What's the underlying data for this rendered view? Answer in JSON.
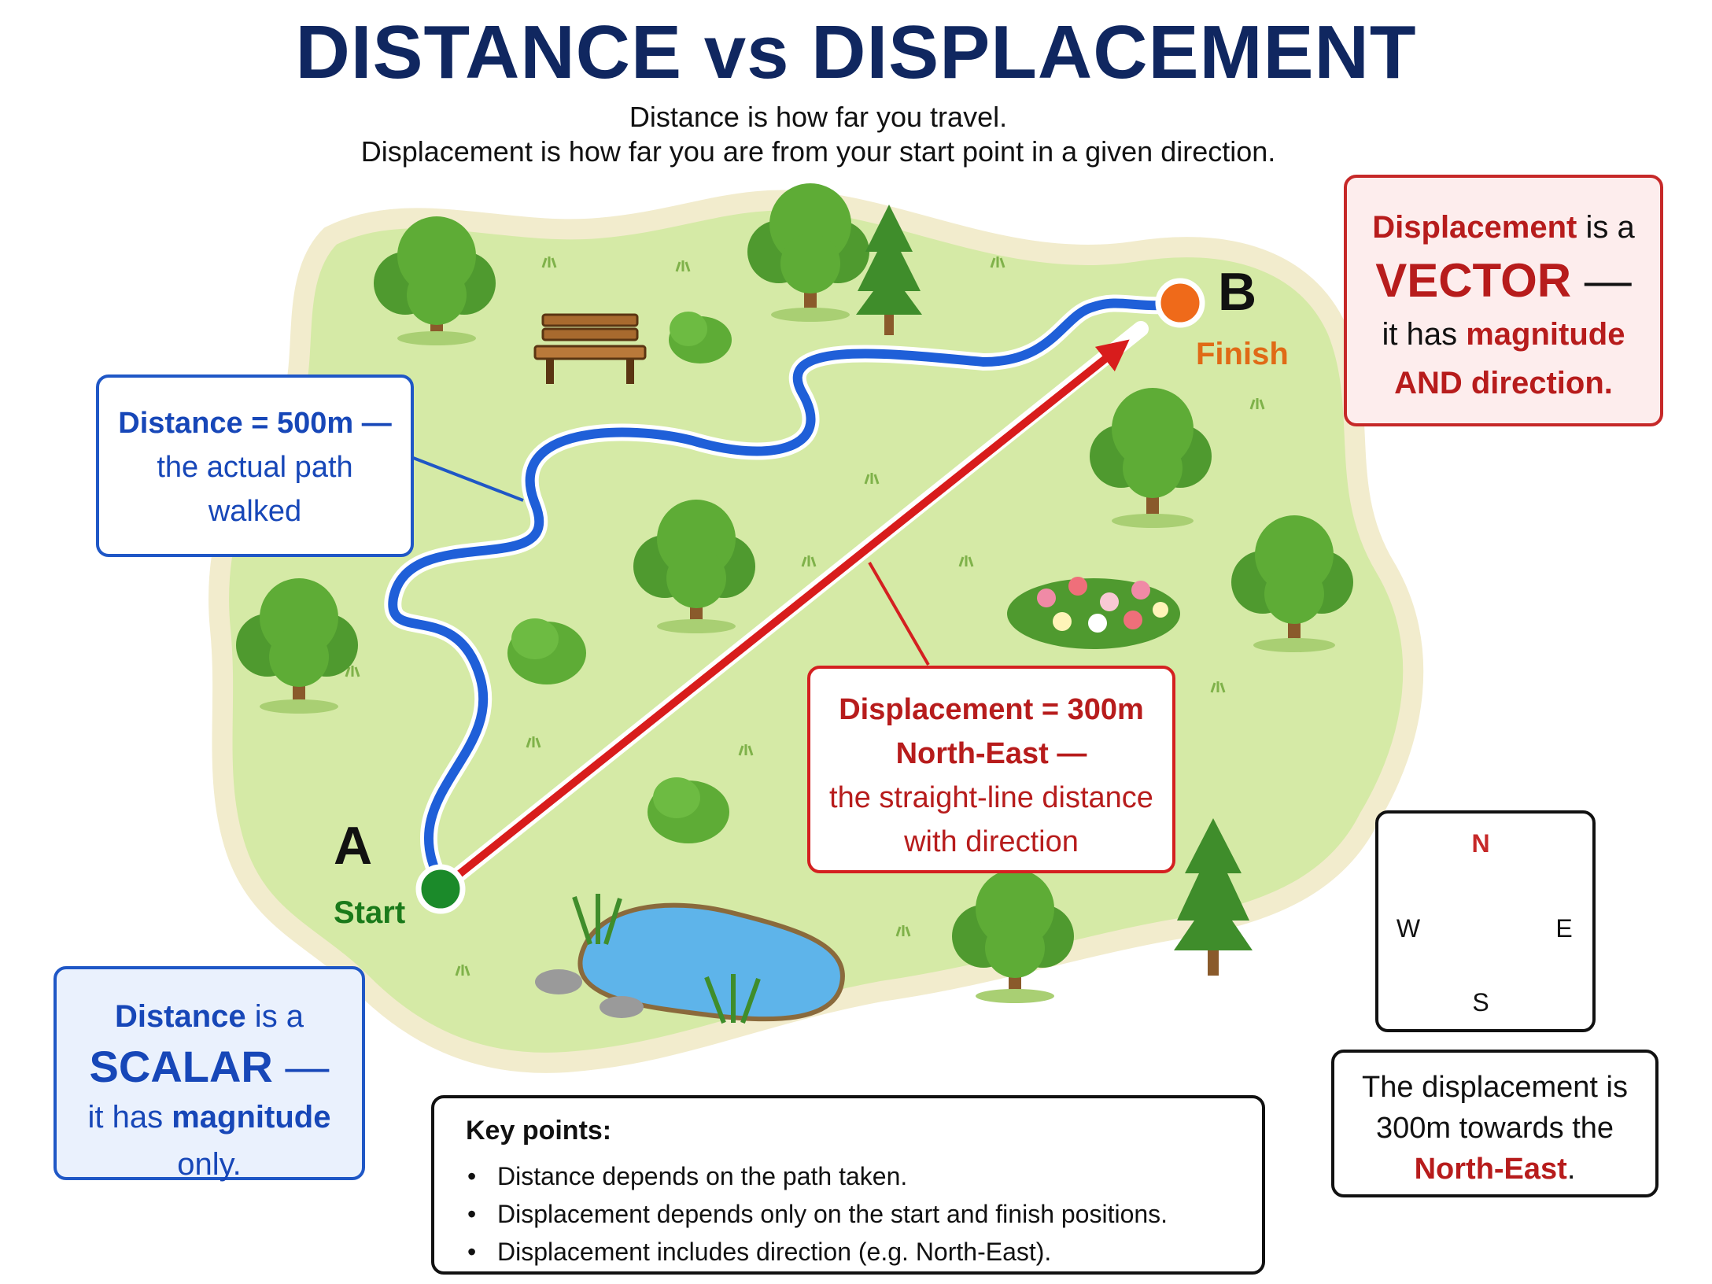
{
  "title": "DISTANCE vs DISPLACEMENT",
  "subtitle": {
    "line1": "Distance is how far you travel.",
    "line2": "Displacement is how far you are from your start point in a given direction."
  },
  "map": {
    "start_letter": "A",
    "start_label": "Start",
    "finish_letter": "B",
    "finish_label": "Finish",
    "colors": {
      "grass": "#d5eaa6",
      "path": "#1f5fd8",
      "arrow": "#d81c1c",
      "start": "#1b8a2a",
      "finish": "#ef6a1a",
      "pond": "#5eb4ea"
    }
  },
  "distance_box": {
    "line1": "Distance = 500m —",
    "line2": "the actual path",
    "line3": "walked"
  },
  "displacement_box": {
    "line1": "Displacement = 300m",
    "line2": "North-East —",
    "line3": "the straight-line distance",
    "line4": "with direction"
  },
  "vector_box": {
    "word": "Displacement",
    "is_a": " is a",
    "type": "VECTOR",
    "dash": " —",
    "it_has": "it has ",
    "magnitude": "magnitude",
    "and_direction": "AND direction."
  },
  "scalar_box": {
    "word": "Distance",
    "is_a": " is a",
    "type": "SCALAR",
    "dash": " —",
    "it_has": "it has ",
    "magnitude": "magnitude",
    "only": "only."
  },
  "compass": {
    "n": "N",
    "s": "S",
    "e": "E",
    "w": "W"
  },
  "compass_text": {
    "line1": "The displacement is",
    "line2": "300m towards the",
    "highlight": "North-East",
    "end": "."
  },
  "key_points": {
    "title": "Key points:",
    "items": [
      "Distance depends on the path taken.",
      "Displacement depends only on the start and finish positions.",
      "Displacement includes direction (e.g. North-East)."
    ]
  }
}
